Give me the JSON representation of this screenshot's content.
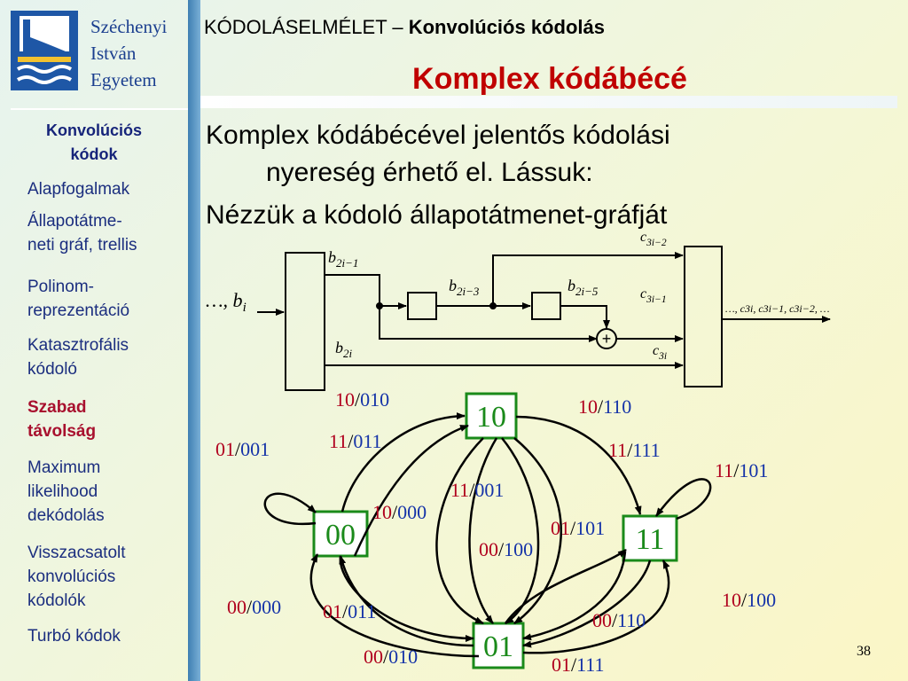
{
  "logo": {
    "line1": "Széchenyi",
    "line2": "István",
    "line3": "Egyetem"
  },
  "header": {
    "course_prefix": "KÓDOLÁSELMÉLET – ",
    "course_topic": "Konvolúciós kódolás",
    "title": "Komplex kódábécé"
  },
  "sidebar": {
    "items": [
      {
        "label_lines": [
          "Konvolúciós",
          "kódok"
        ],
        "type": "section"
      },
      {
        "label_lines": [
          "Alapfogalmak"
        ],
        "type": "item"
      },
      {
        "label_lines": [
          "Állapotátme-",
          "neti gráf, trellis"
        ],
        "type": "item"
      },
      {
        "label_lines": [
          "Polinom-",
          "reprezentáció"
        ],
        "type": "item"
      },
      {
        "label_lines": [
          "Katasztrofális",
          "kódoló"
        ],
        "type": "item"
      },
      {
        "label_lines": [
          "Szabad",
          "távolság"
        ],
        "type": "active"
      },
      {
        "label_lines": [
          "Maximum",
          "likelihood",
          "dekódolás"
        ],
        "type": "item"
      },
      {
        "label_lines": [
          "Visszacsatolt",
          "konvolúciós",
          "kódolók"
        ],
        "type": "item"
      },
      {
        "label_lines": [
          "Turbó kódok"
        ],
        "type": "item"
      }
    ]
  },
  "body": {
    "para1_line1": "Komplex kódábécével jelentős kódolási",
    "para1_line2": "nyereség érhető el. Lássuk:",
    "para2": "Nézzük a kódoló állapotátmenet-gráfját"
  },
  "encoder": {
    "input_label": "…, b",
    "input_sub": "i",
    "labels": {
      "b2i1": {
        "base": "b",
        "sub": "2i−1"
      },
      "b2i3": {
        "base": "b",
        "sub": "2i−3"
      },
      "b2i5": {
        "base": "b",
        "sub": "2i−5"
      },
      "b2i": {
        "base": "b",
        "sub": "2i"
      },
      "c3i2": {
        "base": "c",
        "sub": "3i−2"
      },
      "c3i1": {
        "base": "c",
        "sub": "3i−1"
      },
      "c3i": {
        "base": "c",
        "sub": "3i"
      }
    },
    "adder": "+",
    "output_label": "…, c3i, c3i−1, c3i−2, …"
  },
  "state_graph": {
    "states": [
      "00",
      "10",
      "11",
      "01"
    ],
    "transitions": [
      {
        "input": "01",
        "output": "001"
      },
      {
        "input": "10",
        "output": "010"
      },
      {
        "input": "11",
        "output": "011"
      },
      {
        "input": "10",
        "output": "000"
      },
      {
        "input": "11",
        "output": "001"
      },
      {
        "input": "00",
        "output": "100"
      },
      {
        "input": "10",
        "output": "110"
      },
      {
        "input": "11",
        "output": "111"
      },
      {
        "input": "11",
        "output": "101"
      },
      {
        "input": "01",
        "output": "101"
      },
      {
        "input": "00",
        "output": "000"
      },
      {
        "input": "01",
        "output": "011"
      },
      {
        "input": "00",
        "output": "010"
      },
      {
        "input": "00",
        "output": "110"
      },
      {
        "input": "10",
        "output": "100"
      },
      {
        "input": "01",
        "output": "111"
      }
    ]
  },
  "page_number": "38",
  "colors": {
    "title_red": "#c00000",
    "nav_blue": "#1b2e7f",
    "active_red": "#a8102e",
    "state_green": "#1a8a1a",
    "label_red": "#b0001e",
    "label_blue": "#1533a8"
  }
}
